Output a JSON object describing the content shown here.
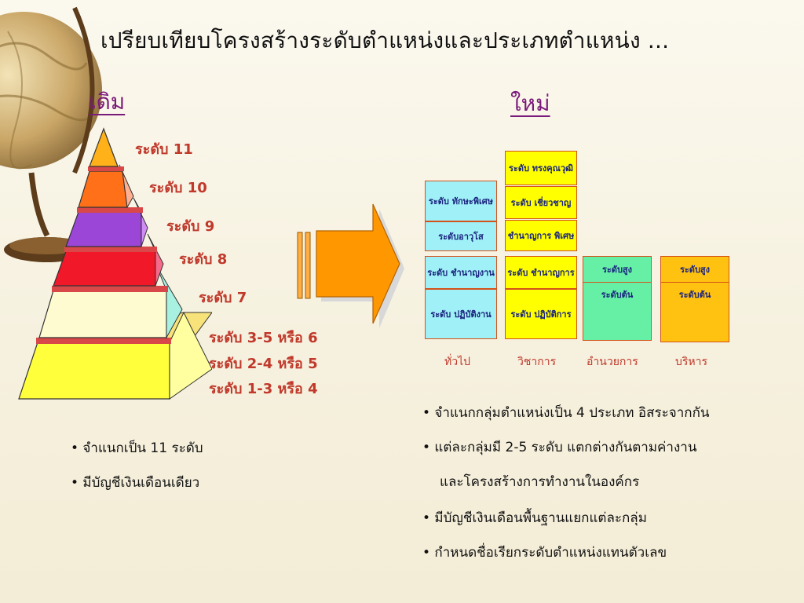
{
  "title": "เปรียบเทียบโครงสร้างระดับตำแหน่งและประเภทตำแหน่ง ...",
  "old": {
    "heading": "เดิม",
    "levels": [
      "ระดับ 11",
      "ระดับ 10",
      "ระดับ 9",
      "ระดับ 8",
      "ระดับ 7",
      "ระดับ 3-5 หรือ 6",
      "ระดับ 2-4 หรือ 5",
      "ระดับ 1-3 หรือ 4"
    ],
    "bullets": [
      "• จำแนกเป็น 11 ระดับ",
      "• มีบัญชีเงินเดือนเดียว"
    ]
  },
  "new": {
    "heading": "ใหม่",
    "general": {
      "label": "ทั่วไป",
      "boxes": [
        "ระดับ ทักษะพิเศษ",
        "ระดับอาวุโส",
        "ระดับ ชำนาญงาน",
        "ระดับ ปฏิบัติงาน"
      ]
    },
    "academic": {
      "label": "วิชาการ",
      "boxes": [
        "ระดับ ทรงคุณวุฒิ",
        "ระดับ เชี่ยวชาญ",
        "ชำนาญการ พิเศษ",
        "ระดับ ชำนาญการ",
        "ระดับ ปฏิบัติการ"
      ]
    },
    "director": {
      "label": "อำนวยการ",
      "boxes": [
        "ระดับสูง",
        "ระดับต้น"
      ]
    },
    "executive": {
      "label": "บริหาร",
      "boxes": [
        "ระดับสูง",
        "ระดับต้น"
      ]
    },
    "bullets": [
      "• จำแนกกลุ่มตำแหน่งเป็น 4 ประเภท อิสระจากกัน",
      "• แต่ละกลุ่มมี 2-5 ระดับ แตกต่างกันตามค่างาน",
      "และโครงสร้างการทำงานในองค์กร",
      "• มีบัญชีเงินเดือนพื้นฐานแยกแต่ละกลุ่ม",
      "• กำหนดชื่อเรียกระดับตำแหน่งแทนตัวเลข"
    ]
  },
  "colors": {
    "level_text": "#c0392b",
    "heading": "#7a1a7a",
    "box_text": "#1a237e",
    "box_border": "#d4511a",
    "general_fill": "#9ff0f7",
    "academic_fill": "#ffff00",
    "director_fill": "#66f0a6",
    "executive_fill": "#ffc211",
    "arrow_fill": "#ff9800"
  },
  "icons": {
    "decoration": "globe-icon",
    "transition": "arrow-right-icon"
  }
}
